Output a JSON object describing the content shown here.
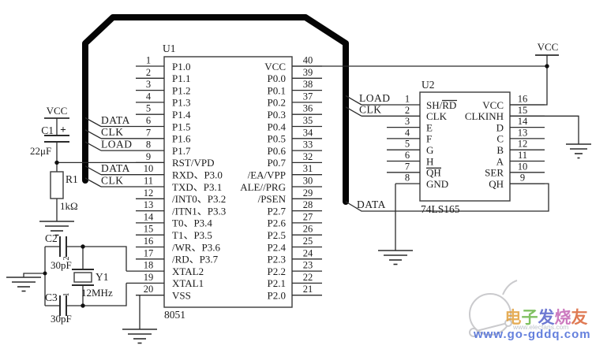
{
  "u1": {
    "ref": "U1",
    "part": "8051",
    "left_pins": [
      {
        "num": "1",
        "name": "P1.0"
      },
      {
        "num": "2",
        "name": "P1.1"
      },
      {
        "num": "3",
        "name": "P1.2"
      },
      {
        "num": "4",
        "name": "P1.3"
      },
      {
        "num": "5",
        "name": "P1.4"
      },
      {
        "num": "6",
        "name": "P1.5"
      },
      {
        "num": "7",
        "name": "P1.6"
      },
      {
        "num": "8",
        "name": "P1.7"
      },
      {
        "num": "9",
        "name": "RST/VPD"
      },
      {
        "num": "10",
        "name": "RXD、P3.0"
      },
      {
        "num": "11",
        "name": "TXD、P3.1"
      },
      {
        "num": "12",
        "name": "/INT0、P3.2"
      },
      {
        "num": "13",
        "name": "/ITN1、P3.3"
      },
      {
        "num": "14",
        "name": "T0、P3.4"
      },
      {
        "num": "15",
        "name": "T1、P3.5"
      },
      {
        "num": "16",
        "name": "/WR、P3.6"
      },
      {
        "num": "17",
        "name": "/RD、P3.7"
      },
      {
        "num": "18",
        "name": "XTAL2"
      },
      {
        "num": "19",
        "name": "XTAL1"
      },
      {
        "num": "20",
        "name": "VSS"
      }
    ],
    "right_pins": [
      {
        "num": "40",
        "name": "VCC"
      },
      {
        "num": "39",
        "name": "P0.0"
      },
      {
        "num": "38",
        "name": "P0.1"
      },
      {
        "num": "37",
        "name": "P0.2"
      },
      {
        "num": "36",
        "name": "P0.3"
      },
      {
        "num": "35",
        "name": "P0.4"
      },
      {
        "num": "34",
        "name": "P0.5"
      },
      {
        "num": "33",
        "name": "P0.6"
      },
      {
        "num": "32",
        "name": "P0.7"
      },
      {
        "num": "31",
        "name": "/EA/VPP"
      },
      {
        "num": "30",
        "name": "ALE//PRG"
      },
      {
        "num": "29",
        "name": "/PSEN"
      },
      {
        "num": "28",
        "name": "P2.7"
      },
      {
        "num": "27",
        "name": "P2.6"
      },
      {
        "num": "26",
        "name": "P2.5"
      },
      {
        "num": "25",
        "name": "P2.4"
      },
      {
        "num": "24",
        "name": "P2.3"
      },
      {
        "num": "23",
        "name": "P2.2"
      },
      {
        "num": "22",
        "name": "P2.1"
      },
      {
        "num": "21",
        "name": "P2.0"
      }
    ]
  },
  "u2": {
    "ref": "U2",
    "part": "74LS165",
    "left_pins": [
      {
        "num": "1",
        "name": "SH/RD"
      },
      {
        "num": "2",
        "name": "CLK"
      },
      {
        "num": "3",
        "name": "E"
      },
      {
        "num": "4",
        "name": "F"
      },
      {
        "num": "5",
        "name": "G"
      },
      {
        "num": "6",
        "name": "H"
      },
      {
        "num": "7",
        "name": "QH"
      },
      {
        "num": "8",
        "name": "GND"
      }
    ],
    "right_pins": [
      {
        "num": "16",
        "name": "VCC"
      },
      {
        "num": "15",
        "name": "CLKINH"
      },
      {
        "num": "14",
        "name": "D"
      },
      {
        "num": "13",
        "name": "C"
      },
      {
        "num": "12",
        "name": "B"
      },
      {
        "num": "11",
        "name": "A"
      },
      {
        "num": "10",
        "name": "SER"
      },
      {
        "num": "9",
        "name": "QH"
      }
    ]
  },
  "components": {
    "c1": {
      "ref": "C1",
      "value": "22μF",
      "polarity": "+"
    },
    "r1": {
      "ref": "R1",
      "value": "1kΩ"
    },
    "c2": {
      "ref": "C2",
      "value": "30pF"
    },
    "c3": {
      "ref": "C3",
      "value": "30pF"
    },
    "y1": {
      "ref": "Y1",
      "value": "12MHz",
      "pin2": "2",
      "pin1": "1"
    }
  },
  "power": {
    "vcc_left": "VCC",
    "vcc_right": "VCC"
  },
  "signals": {
    "u1_data1": "DATA",
    "u1_clk1": "CLK",
    "u1_load": "LOAD",
    "u1_data2": "DATA",
    "u1_clk2": "CLK",
    "u2_load": "LOAD",
    "u2_clk": "CLK",
    "u2_data": "DATA"
  },
  "watermark": {
    "brand": "电子发烧友",
    "brand_chars": [
      "电",
      "子",
      "发",
      "烧",
      "友"
    ],
    "char_colors": [
      "#e09a30",
      "#62b23c",
      "#4a58c8",
      "#c05ab0",
      "#d85a2a"
    ],
    "url": "www.go-gddq.com",
    "alt_url": "www.elecfans.com"
  }
}
